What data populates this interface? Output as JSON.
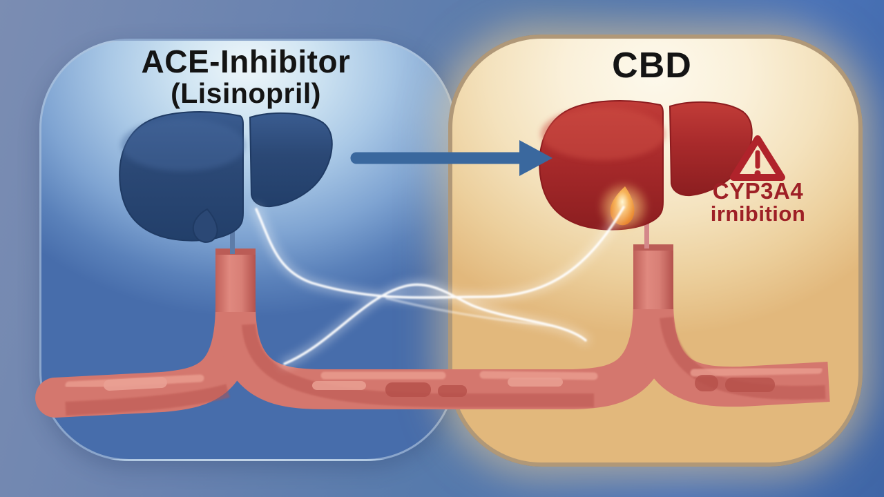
{
  "diagram": {
    "left_panel": {
      "title": "ACE-Inhibitor",
      "subtitle": "(Lisinopril)",
      "organ": "liver",
      "liver_color": "#2b4672",
      "panel_color": "#a9c8e6"
    },
    "right_panel": {
      "title": "CBD",
      "organ": "liver",
      "liver_color": "#a62b2c",
      "panel_color": "#f4e2bd"
    },
    "warning": {
      "icon": "warning-triangle-icon",
      "line1": "CYP3A4",
      "line2": "irnibition",
      "color": "#9e2026"
    },
    "connector": {
      "icon": "arrow-right-icon",
      "direction": "left-to-right",
      "color": "#3a689e"
    },
    "illustration_elements": {
      "blood_vessel_color": "#d4776e",
      "interaction_glow_color": "#ffffff",
      "flame_glow_color": "#f5a546",
      "background_color": "#567aac"
    }
  }
}
